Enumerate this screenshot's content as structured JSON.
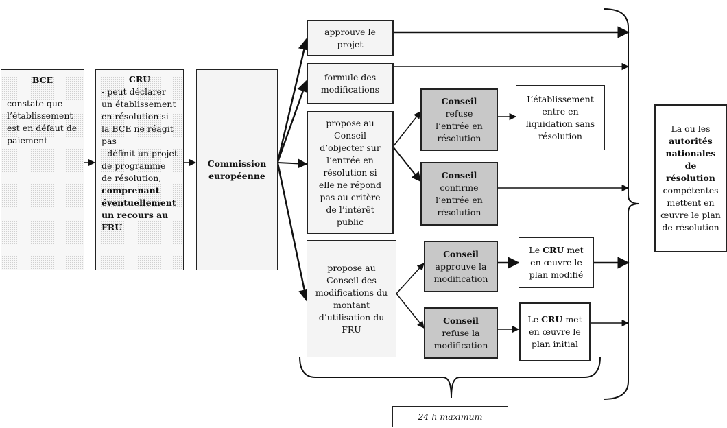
{
  "bce": {
    "title": "BCE",
    "text": "constate que l’établissement est en défaut de paiement"
  },
  "cru": {
    "title": "CRU",
    "line1": "- peut déclarer un établissement en résolution si la BCE ne réagit pas",
    "line2": "- définit un projet de programme de résolution,",
    "line2_bold": "comprenant éventuellement un recours au FRU"
  },
  "commission": {
    "label": "Commission européenne"
  },
  "approuve": {
    "text": "approuve le projet"
  },
  "formule": {
    "text": "formule des modifications"
  },
  "propose_objecter": {
    "text": "propose au Conseil d’objecter sur l’entrée en résolution si elle ne répond pas au critère de l’intérêt public"
  },
  "propose_fru": {
    "text": "propose au Conseil des modifications du montant d’utilisation du FRU"
  },
  "conseil_refuse": {
    "title": "Conseil",
    "text": "refuse l’entrée en résolution"
  },
  "conseil_confirme": {
    "title": "Conseil",
    "text": "confirme l’entrée en résolution"
  },
  "conseil_approuve": {
    "title": "Conseil",
    "text": "approuve la modification"
  },
  "conseil_refuse_modif": {
    "title": "Conseil",
    "text": "refuse la modification"
  },
  "liquidation": {
    "text": "L’établissement entre en liquidation sans résolution"
  },
  "cru_modifie": {
    "pre": "Le",
    "cru": "CRU",
    "post": "met en œuvre le plan modifié"
  },
  "cru_initial": {
    "pre": "Le",
    "cru": "CRU",
    "post": "met en œuvre le plan initial"
  },
  "autorites": {
    "pre": "La ou les",
    "bold": "autorités nationales de résolution",
    "post": "compétentes mettent en œuvre le plan de résolution"
  },
  "delai": {
    "text": "24 h maximum"
  }
}
